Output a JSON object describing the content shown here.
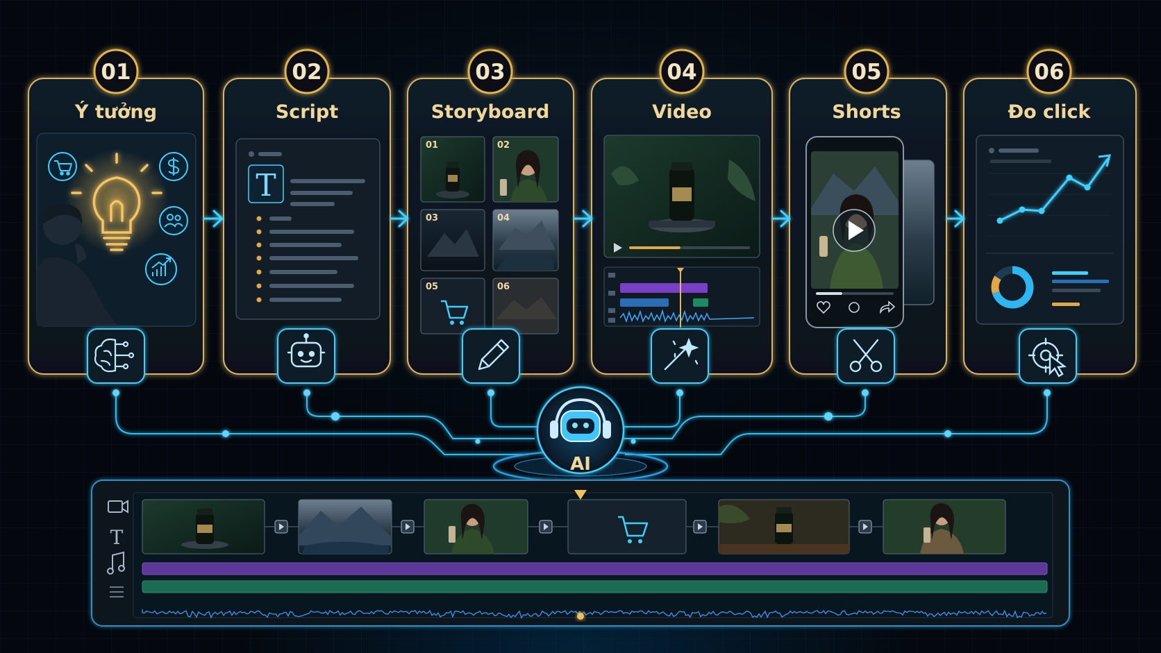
{
  "steps": [
    {
      "num": "01",
      "title": "Ý tưởng",
      "icon": "brain-circuit-icon"
    },
    {
      "num": "02",
      "title": "Script",
      "icon": "robot-icon"
    },
    {
      "num": "03",
      "title": "Storyboard",
      "icon": "pencil-icon"
    },
    {
      "num": "04",
      "title": "Video",
      "icon": "magic-wand-icon"
    },
    {
      "num": "05",
      "title": "Shorts",
      "icon": "scissors-icon"
    },
    {
      "num": "06",
      "title": "Đo click",
      "icon": "target-cursor-icon"
    }
  ],
  "storyboard_frames": [
    "01",
    "02",
    "03",
    "04",
    "05",
    "06"
  ],
  "hub": {
    "label": "AI",
    "icon": "robot-headset-icon"
  },
  "timeline": {
    "track_icons": [
      "video-camera-icon",
      "text-icon",
      "music-note-icon",
      "menu-lines-icon"
    ],
    "clips": [
      "product-jar-clip",
      "mountain-lake-clip",
      "woman-holding-product-clip",
      "cart-clip",
      "product-table-clip",
      "woman-smiling-clip"
    ]
  },
  "colors": {
    "gold": "#f0c060",
    "cyan": "#35c8ff",
    "panel": "#0b1620",
    "purple": "#6a3fb0",
    "green": "#1f7a5e"
  }
}
